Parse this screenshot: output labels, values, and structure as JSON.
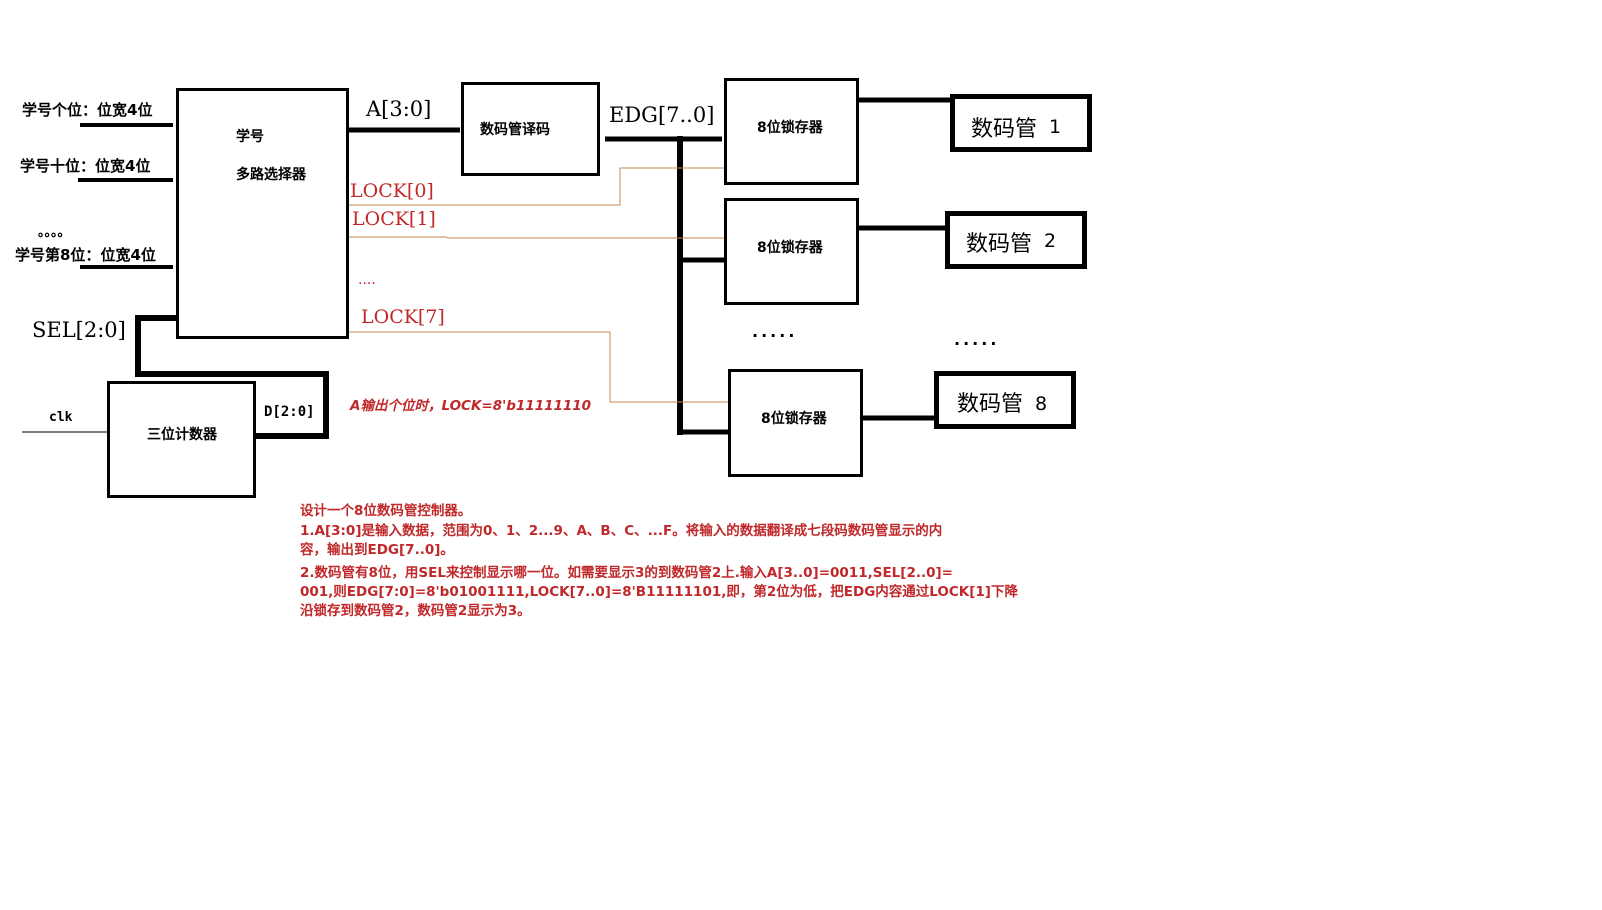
{
  "inputs": {
    "ones": "学号个位：位宽4位",
    "tens": "学号十位：位宽4位",
    "ellipsis": "。。。。",
    "eighth": "学号第8位：位宽4位"
  },
  "mux": {
    "line1": "学号",
    "line2": "多路选择器"
  },
  "signals": {
    "a": "A[3:0]",
    "edg": "EDG[7..0]",
    "sel": "SEL[2:0]",
    "clk": "clk",
    "d": "D[2:0]",
    "lock0": "LOCK[0]",
    "lock1": "LOCK[1]",
    "lock_ellipsis": "....",
    "lock7": "LOCK[7]",
    "lock_note": "A输出个位时，LOCK=8'b11111110"
  },
  "decoder": {
    "label": "数码管译码"
  },
  "counter": {
    "label": "三位计数器"
  },
  "latches": {
    "latch1": "8位锁存器",
    "latch2": "8位锁存器",
    "latch_ellipsis": ".....",
    "latch8": "8位锁存器"
  },
  "displays": {
    "disp1": {
      "name": "数码管",
      "num": "1"
    },
    "disp2": {
      "name": "数码管",
      "num": "2"
    },
    "disp_ellipsis": ".....",
    "disp8": {
      "name": "数码管",
      "num": "8"
    }
  },
  "description": {
    "title": "设计一个8位数码管控制器。",
    "p1a": "1.A[3:0]是输入数据，范围为0、1、2...9、A、B、C、...F。将输入的数据翻译成七段码数码管显示的内",
    "p1b": "容，输出到EDG[7..0]。",
    "p2a": "2.数码管有8位，用SEL来控制显示哪一位。如需要显示3的到数码管2上.输入A[3..0]=0011,SEL[2..0]=",
    "p2b": "001,则EDG[7:0]=8'b01001111,LOCK[7..0]=8'B11111101,即，第2位为低，把EDG内容通过LOCK[1]下降",
    "p2c": "沿锁存到数码管2，数码管2显示为3。"
  },
  "colors": {
    "line": "#000000",
    "lock_wire": "#c8894a",
    "red_text": "#c0282a"
  }
}
